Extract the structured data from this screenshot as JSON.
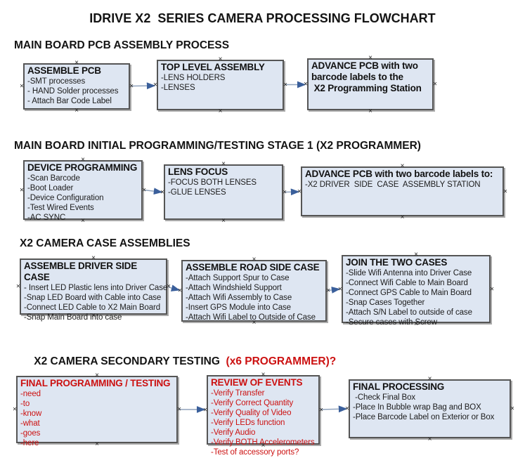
{
  "title": "IDRIVE X2  SERIES CAMERA PROCESSING FLOWCHART",
  "colors": {
    "box_fill": "#dee6f2",
    "box_border": "#555555",
    "arrow_line": "#8fa2bc",
    "arrow_head": "#3a5f9b",
    "red_text": "#cc1111",
    "heading_text": "#141414"
  },
  "sections": [
    {
      "heading": "MAIN BOARD PCB ASSEMBLY PROCESS",
      "boxes": [
        {
          "title": "ASSEMBLE PCB",
          "lines": [
            "-SMT processes",
            "- HAND Solder processes",
            "- Attach Bar Code Label"
          ]
        },
        {
          "title": "TOP LEVEL ASSEMBLY",
          "lines": [
            "-LENS HOLDERS",
            "-LENSES"
          ]
        },
        {
          "title": "ADVANCE PCB with two barcode labels to the\n X2 Programming Station",
          "lines": []
        }
      ]
    },
    {
      "heading": "MAIN BOARD INITIAL PROGRAMMING/TESTING STAGE 1 (X2 PROGRAMMER)",
      "boxes": [
        {
          "title": "DEVICE PROGRAMMING",
          "lines": [
            "-Scan Barcode",
            "-Boot Loader",
            "-Device Configuration",
            "-Test Wired Events",
            "-AC SYNC"
          ]
        },
        {
          "title": "LENS FOCUS",
          "lines": [
            "-FOCUS BOTH LENSES",
            "-GLUE LENSES"
          ]
        },
        {
          "title": "ADVANCE PCB with two barcode labels to:",
          "lines": [
            "-X2 DRIVER  SIDE  CASE  ASSEMBLY STATION"
          ]
        }
      ]
    },
    {
      "heading": "X2 CAMERA CASE ASSEMBLIES",
      "boxes": [
        {
          "title": "ASSEMBLE DRIVER SIDE CASE",
          "lines": [
            "- Insert LED Plastic lens into Driver Case",
            "-Snap LED Board with Cable into Case",
            "-Connect LED Cable to X2 Main Board",
            "-Snap Main Board into case"
          ]
        },
        {
          "title": "ASSEMBLE ROAD SIDE CASE",
          "lines": [
            "-Attach Support Spur to Case",
            "-Attach Windshield Support",
            "-Attach Wifi Assembly to Case",
            "-Insert GPS Module into Case",
            "-Attach Wifi Label to Outside of Case"
          ]
        },
        {
          "title": "JOIN THE TWO CASES",
          "lines": [
            "-Slide Wifi Antenna into Driver Case",
            "-Connect Wifi Cable to Main Board",
            "-Connect GPS Cable to Main Board",
            "-Snap Cases Together",
            "-Attach S/N Label to outside of case",
            "-Secure cases with Screw"
          ]
        }
      ]
    },
    {
      "heading": "X2 CAMERA SECONDARY TESTING",
      "heading_red": "  (x6 PROGRAMMER)?",
      "boxes": [
        {
          "title": "FINAL PROGRAMMING / TESTING",
          "lines": [
            "-need",
            "-to",
            "-know",
            "-what",
            "-goes",
            "-here"
          ]
        },
        {
          "title": "REVIEW OF EVENTS",
          "lines": [
            "-Verify Transfer",
            "-Verify Correct Quantity",
            "-Verify Quality of Video",
            "-Verify LEDs function",
            "-Verify Audio",
            "-Verify BOTH Accelerometers",
            "-Test of accessory ports?"
          ]
        },
        {
          "title": "FINAL PROCESSING",
          "lines": [
            " -Check Final Box",
            "-Place In Bubble wrap Bag and BOX",
            "-Place Barcode Label on Exterior or Box"
          ]
        }
      ]
    }
  ]
}
